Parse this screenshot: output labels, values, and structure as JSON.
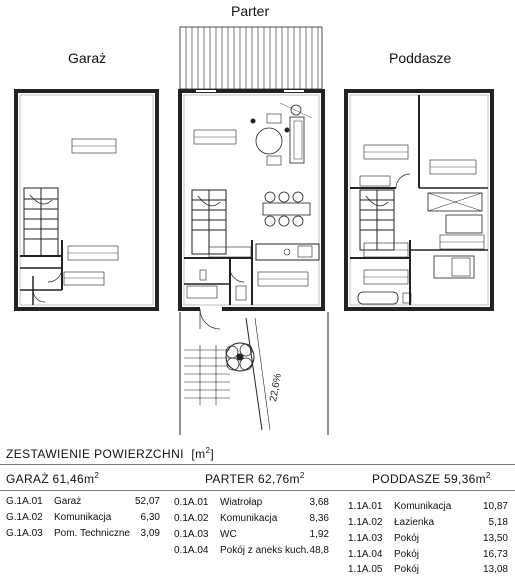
{
  "headers": {
    "garage": "Garaż",
    "ground": "Parter",
    "attic": "Poddasze"
  },
  "plan_labels": {
    "slope": "22,6%"
  },
  "summary": {
    "title": "ZESTAWIENIE POWIERZCHNI",
    "title_unit": "[m",
    "title_unit_sup": "2",
    "title_unit_close": "]",
    "sections": [
      {
        "header": "GARAŻ 61,46m",
        "rows": [
          {
            "code": "G.1A.01",
            "name": "Garaż",
            "area": "52,07"
          },
          {
            "code": "G.1A.02",
            "name": "Komunikacja",
            "area": "6,30"
          },
          {
            "code": "G.1A.03",
            "name": "Pom. Techniczne",
            "area": "3,09"
          }
        ]
      },
      {
        "header": "PARTER 62,76m",
        "rows": [
          {
            "code": "0.1A.01",
            "name": "Wiatrołap",
            "area": "3,68"
          },
          {
            "code": "0.1A.02",
            "name": "Komunikacja",
            "area": "8,36"
          },
          {
            "code": "0.1A.03",
            "name": "WC",
            "area": "1,92"
          },
          {
            "code": "0.1A.04",
            "name": "Pokój z aneks kuch.",
            "area": "48,8"
          }
        ]
      },
      {
        "header": "PODDASZE 59,36m",
        "rows": [
          {
            "code": "1.1A.01",
            "name": "Komunikacja",
            "area": "10,87"
          },
          {
            "code": "1.1A.02",
            "name": "Łazienka",
            "area": "5,18"
          },
          {
            "code": "1.1A.03",
            "name": "Pokój",
            "area": "13,50"
          },
          {
            "code": "1.1A.04",
            "name": "Pokój",
            "area": "16,73"
          },
          {
            "code": "1.1A.05",
            "name": "Pokój",
            "area": "13,08"
          }
        ]
      }
    ]
  }
}
